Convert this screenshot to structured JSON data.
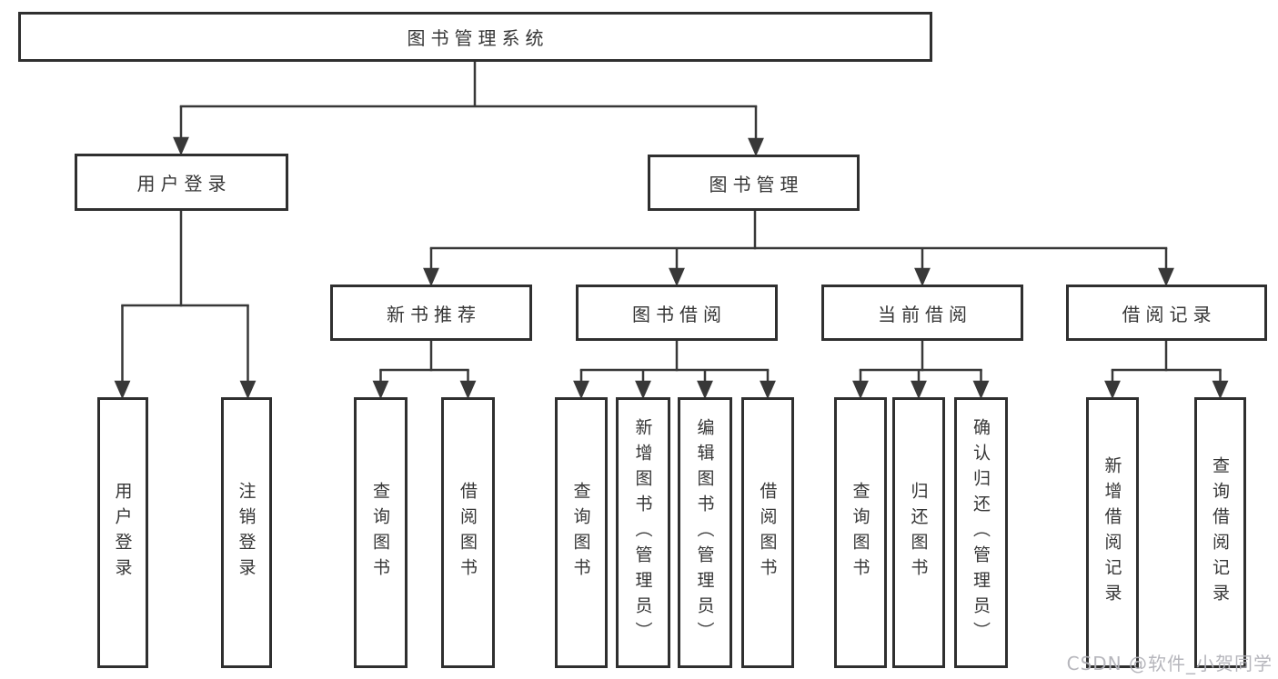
{
  "diagram": {
    "type": "hierarchy-tree",
    "watermark": "CSDN @软件_小贺同学",
    "colors": {
      "background": "#ffffff",
      "line": "#383838",
      "box_border": "#2f2f2f",
      "text": "#363636",
      "watermark": "#b2b2b8"
    },
    "nodes": {
      "root": {
        "label": "图书管理系统"
      },
      "user_login": {
        "label": "用户登录"
      },
      "book_mgmt": {
        "label": "图书管理"
      },
      "new_book_rec": {
        "label": "新书推荐"
      },
      "book_borrow": {
        "label": "图书借阅"
      },
      "current_borrow": {
        "label": "当前借阅"
      },
      "borrow_records": {
        "label": "借阅记录"
      },
      "user_login_leaf": {
        "label": "用户登录"
      },
      "logout_leaf": {
        "label": "注销登录"
      },
      "rec_query_books": {
        "label": "查询图书"
      },
      "rec_borrow_books": {
        "label": "借阅图书"
      },
      "bb_query_books": {
        "label": "查询图书"
      },
      "bb_add_books": {
        "label": "新增图书（管理员）"
      },
      "bb_edit_books": {
        "label": "编辑图书（管理员）"
      },
      "bb_borrow_books": {
        "label": "借阅图书"
      },
      "cb_query_books": {
        "label": "查询图书"
      },
      "cb_return_books": {
        "label": "归还图书"
      },
      "cb_confirm_return": {
        "label": "确认归还（管理员）"
      },
      "br_add_record": {
        "label": "新增借阅记录"
      },
      "br_query_record": {
        "label": "查询借阅记录"
      }
    },
    "edges": [
      {
        "from": "图书管理系统",
        "to": [
          "用户登录",
          "图书管理"
        ]
      },
      {
        "from": "用户登录",
        "to": [
          "用户登录",
          "注销登录"
        ]
      },
      {
        "from": "图书管理",
        "to": [
          "新书推荐",
          "图书借阅",
          "当前借阅",
          "借阅记录"
        ]
      },
      {
        "from": "新书推荐",
        "to": [
          "查询图书",
          "借阅图书"
        ]
      },
      {
        "from": "图书借阅",
        "to": [
          "查询图书",
          "新增图书（管理员）",
          "编辑图书（管理员）",
          "借阅图书"
        ]
      },
      {
        "from": "当前借阅",
        "to": [
          "查询图书",
          "归还图书",
          "确认归还（管理员）"
        ]
      },
      {
        "from": "借阅记录",
        "to": [
          "新增借阅记录",
          "查询借阅记录"
        ]
      }
    ]
  }
}
